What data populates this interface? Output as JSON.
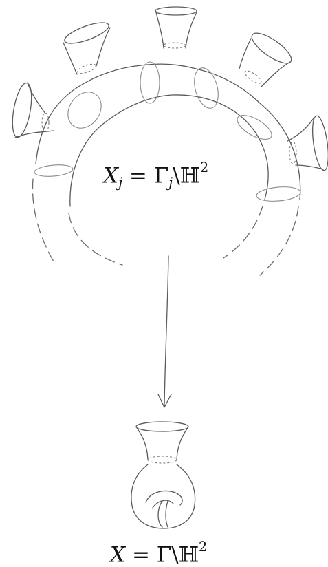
{
  "labels": {
    "cover": {
      "var": "X",
      "index": "j",
      "group": "Γ",
      "group_index": "j",
      "space": "ℍ",
      "power": "2"
    },
    "base": {
      "var": "X",
      "group": "Γ",
      "space": "ℍ",
      "power": "2"
    },
    "equals": "=",
    "backslash": "\\"
  },
  "icons": {
    "arrow": "down-arrow-icon"
  }
}
